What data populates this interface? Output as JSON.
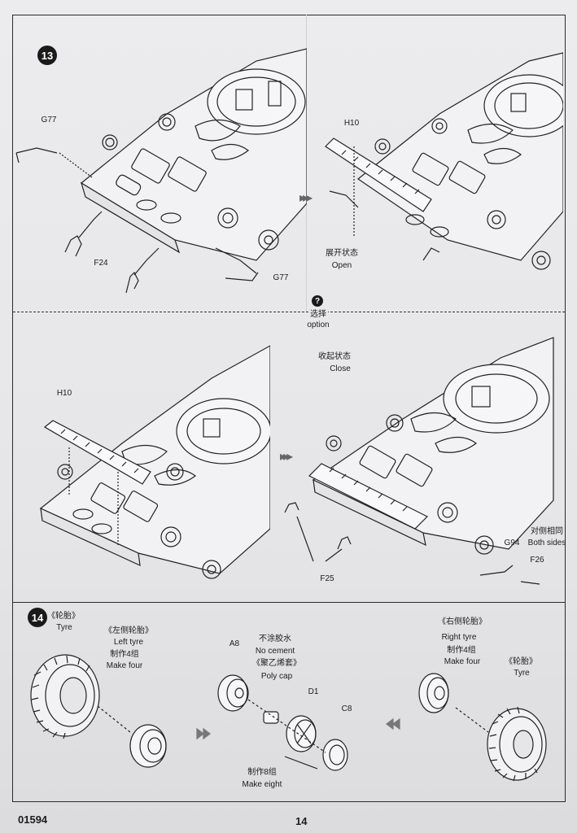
{
  "step13": {
    "badge": "13",
    "parts": {
      "g77_top": "G77",
      "h10_top": "H10",
      "f24": "F24",
      "g77_bottom": "G77",
      "h10_bottom": "H10",
      "f25": "F25",
      "g94": "G94",
      "f26": "F26"
    },
    "open_cn": "展开状态",
    "open_en": "Open",
    "option_cn": "选择",
    "option_en": "option",
    "option_icon": "?",
    "close_cn": "收起状态",
    "close_en": "Close",
    "both_sides_cn": "对侧相同",
    "both_sides_en": "Both sides"
  },
  "step14": {
    "badge": "14",
    "tyre_left_cn": "《轮胎》",
    "tyre_left_en": "Tyre",
    "left_tyre_cn": "《左侧轮胎》",
    "left_tyre_en": "Left  tyre",
    "make_four_left_cn": "制作4组",
    "make_four_left_en": "Make four",
    "a8": "A8",
    "no_cement_cn": "不涂胶水",
    "no_cement_en": "No cement",
    "poly_cap_cn": "《聚乙烯套》",
    "poly_cap_en": "Poly cap",
    "d1": "D1",
    "c8": "C8",
    "make_eight_cn": "制作8组",
    "make_eight_en": "Make eight",
    "right_tyre_cn": "《右侧轮胎》",
    "right_tyre_en": "Right tyre",
    "make_four_right_cn": "制作4组",
    "make_four_right_en": "Make four",
    "tyre_right_cn": "《轮胎》",
    "tyre_right_en": "Tyre"
  },
  "footer": {
    "code": "01594",
    "page": "14"
  },
  "icons": [
    "direction-arrow-icon",
    "question-icon"
  ]
}
